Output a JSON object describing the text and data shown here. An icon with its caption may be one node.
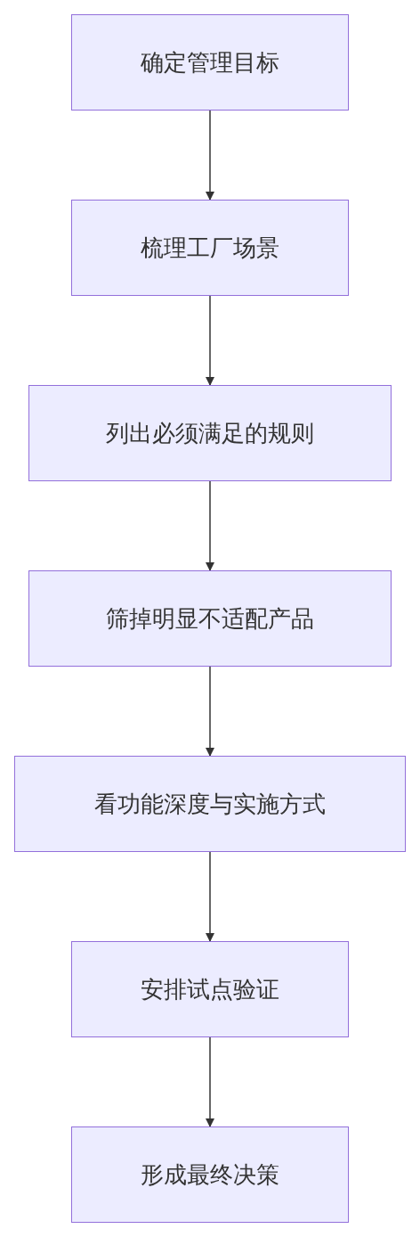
{
  "diagram": {
    "nodes": [
      {
        "text": [
          "确定管理目标"
        ]
      },
      {
        "text": [
          "梳理工厂场景"
        ]
      },
      {
        "text": [
          "列出必须满足的规则"
        ]
      },
      {
        "text": [
          "筛掉明显不适配产品"
        ]
      },
      {
        "text": [
          "看功能深度与实施方式"
        ]
      },
      {
        "text": [
          "安排试点验证"
        ]
      },
      {
        "text": [
          "形成最终决策"
        ]
      }
    ],
    "edges": [
      {
        "from": 0,
        "to": 1,
        "arrow": "to"
      },
      {
        "from": 1,
        "to": 2,
        "arrow": "to"
      },
      {
        "from": 2,
        "to": 3,
        "arrow": "to"
      },
      {
        "from": 3,
        "to": 4,
        "arrow": "to"
      },
      {
        "from": 4,
        "to": 5,
        "arrow": "to"
      },
      {
        "from": 5,
        "to": 6,
        "arrow": "to"
      }
    ]
  }
}
